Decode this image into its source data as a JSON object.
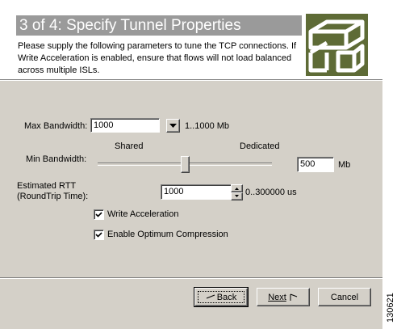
{
  "header": {
    "title": "3 of 4: Specify Tunnel Properties",
    "description": "Please supply the following parameters to tune the TCP connections.  If Write Acceleration is enabled, ensure that flows will not load balanced across multiple ISLs.",
    "logo_icon": "cisco-bridge-logo-icon"
  },
  "max_bandwidth": {
    "label": "Max Bandwidth:",
    "value": "1000",
    "range": "1..1000 Mb"
  },
  "min_bandwidth": {
    "label": "Min Bandwidth:",
    "left_label": "Shared",
    "right_label": "Dedicated",
    "value": "500",
    "unit": "Mb",
    "slider_fraction": 0.5
  },
  "rtt": {
    "label_line1": "Estimated RTT",
    "label_line2": "(RoundTrip Time):",
    "value": "1000",
    "range": "0..300000 us"
  },
  "options": {
    "write_acceleration": {
      "label": "Write Acceleration",
      "checked": true
    },
    "optimum_compression": {
      "label": "Enable Optimum Compression",
      "checked": true
    }
  },
  "buttons": {
    "back": "Back",
    "next": "Next",
    "cancel": "Cancel"
  },
  "watermark": "130621",
  "colors": {
    "dialog_bg": "#d4d0c8",
    "title_bg": "#9a9a9a",
    "logo_bg": "#5e6b36"
  }
}
